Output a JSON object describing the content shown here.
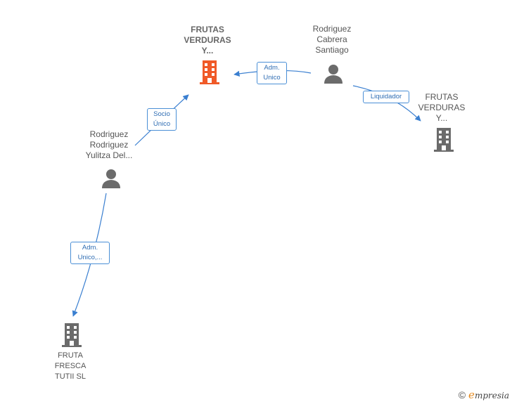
{
  "nodes": {
    "main_company": {
      "label": "FRUTAS\nVERDURAS\nY...",
      "icon": "building-icon",
      "color": "#f05a28"
    },
    "person_cabrera": {
      "label": "Rodriguez\nCabrera\nSantiago",
      "icon": "person-icon",
      "color": "#6b6b6b"
    },
    "company_right": {
      "label": "FRUTAS\nVERDURAS\nY...",
      "icon": "building-icon",
      "color": "#6b6b6b"
    },
    "person_yulitza": {
      "label": "Rodriguez\nRodriguez\nYulitza Del...",
      "icon": "person-icon",
      "color": "#6b6b6b"
    },
    "company_fresca": {
      "label": "FRUTA\nFRESCA\nTUTII SL",
      "icon": "building-icon",
      "color": "#6b6b6b"
    }
  },
  "edges": {
    "adm_unico": {
      "label": "Adm.\nUnico"
    },
    "liquidador": {
      "label": "Liquidador"
    },
    "socio_unico": {
      "label": "Socio\nÚnico"
    },
    "adm_unico_2": {
      "label": "Adm.\nUnico,..."
    }
  },
  "colors": {
    "edge": "#3a7fd0",
    "accent": "#f05a28",
    "neutral": "#6b6b6b"
  },
  "brand": {
    "copyright": "©",
    "initial": "e",
    "name": "mpresia"
  }
}
